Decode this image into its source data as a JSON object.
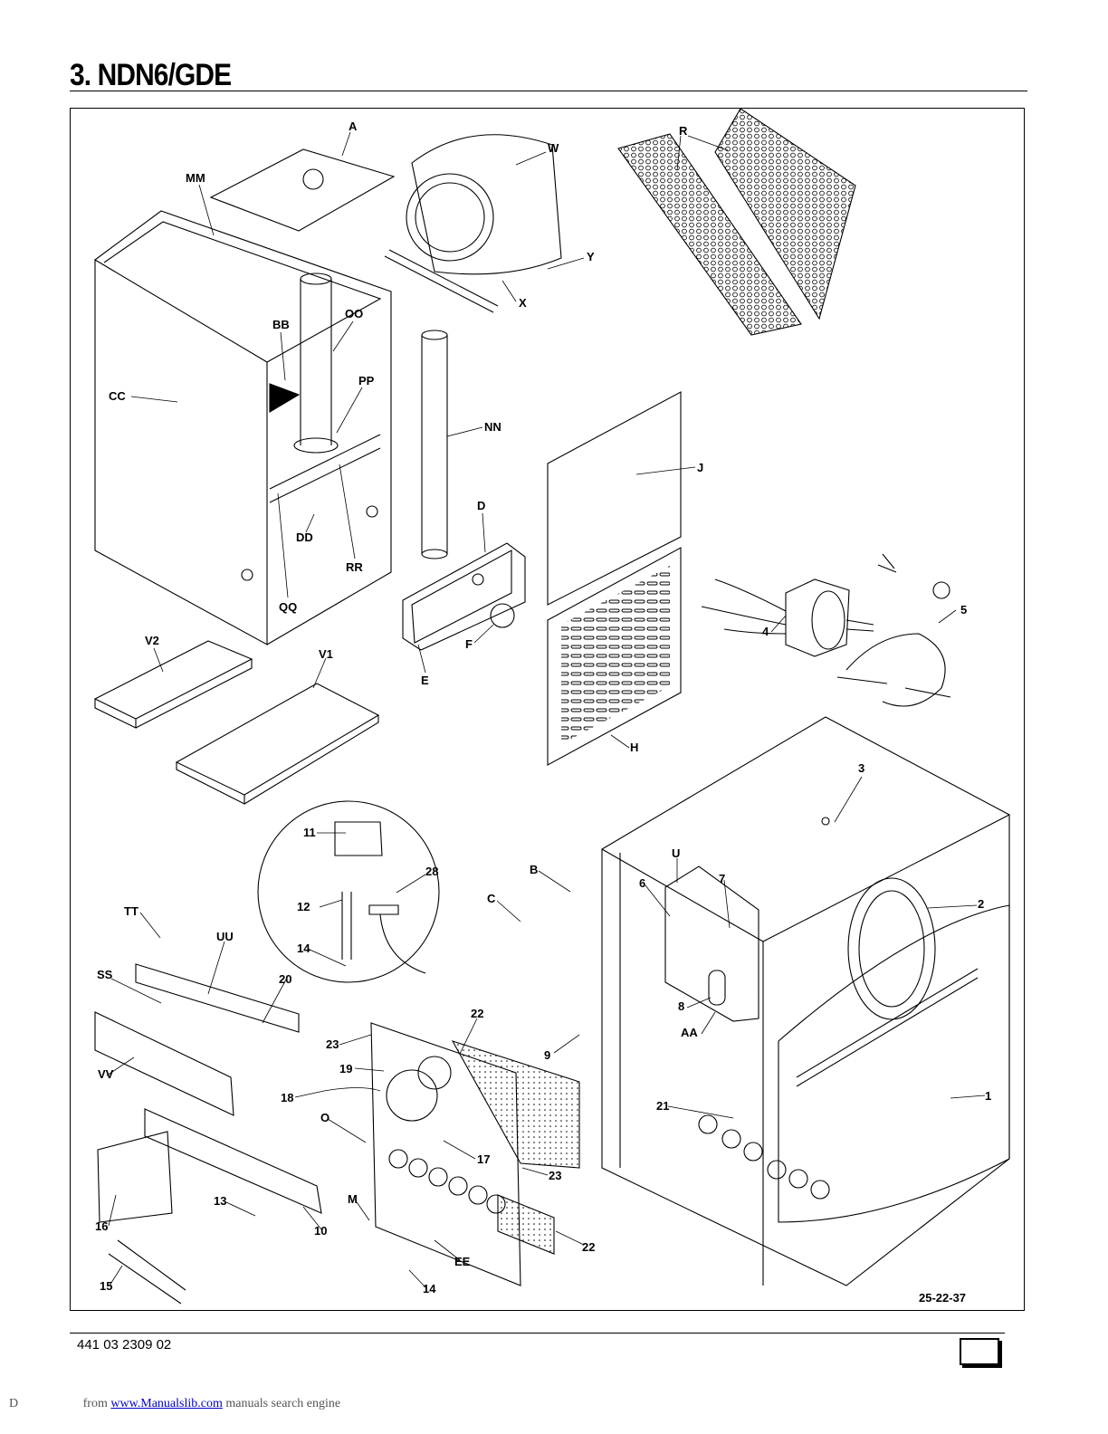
{
  "heading": "3. NDN6/GDE",
  "figure_id": "25-22-37",
  "callouts": [
    {
      "id": "A",
      "label": "A"
    },
    {
      "id": "W",
      "label": "W"
    },
    {
      "id": "R",
      "label": "R"
    },
    {
      "id": "MM",
      "label": "MM"
    },
    {
      "id": "Y",
      "label": "Y"
    },
    {
      "id": "X",
      "label": "X"
    },
    {
      "id": "OO",
      "label": "OO"
    },
    {
      "id": "BB",
      "label": "BB"
    },
    {
      "id": "PP",
      "label": "PP"
    },
    {
      "id": "CC",
      "label": "CC"
    },
    {
      "id": "NN",
      "label": "NN"
    },
    {
      "id": "J",
      "label": "J"
    },
    {
      "id": "D",
      "label": "D"
    },
    {
      "id": "DD",
      "label": "DD"
    },
    {
      "id": "RR",
      "label": "RR"
    },
    {
      "id": "QQ",
      "label": "QQ"
    },
    {
      "id": "5",
      "label": "5"
    },
    {
      "id": "4",
      "label": "4"
    },
    {
      "id": "F",
      "label": "F"
    },
    {
      "id": "V2",
      "label": "V2"
    },
    {
      "id": "V1",
      "label": "V1"
    },
    {
      "id": "E",
      "label": "E"
    },
    {
      "id": "H",
      "label": "H"
    },
    {
      "id": "3",
      "label": "3"
    },
    {
      "id": "11",
      "label": "11"
    },
    {
      "id": "U",
      "label": "U"
    },
    {
      "id": "28",
      "label": "28"
    },
    {
      "id": "B",
      "label": "B"
    },
    {
      "id": "6",
      "label": "6"
    },
    {
      "id": "7",
      "label": "7"
    },
    {
      "id": "C",
      "label": "C"
    },
    {
      "id": "2",
      "label": "2"
    },
    {
      "id": "TT",
      "label": "TT"
    },
    {
      "id": "12",
      "label": "12"
    },
    {
      "id": "UU",
      "label": "UU"
    },
    {
      "id": "14a",
      "label": "14"
    },
    {
      "id": "SS",
      "label": "SS"
    },
    {
      "id": "20",
      "label": "20"
    },
    {
      "id": "22a",
      "label": "22"
    },
    {
      "id": "8",
      "label": "8"
    },
    {
      "id": "AA",
      "label": "AA"
    },
    {
      "id": "23a",
      "label": "23"
    },
    {
      "id": "9",
      "label": "9"
    },
    {
      "id": "19",
      "label": "19"
    },
    {
      "id": "VV",
      "label": "VV"
    },
    {
      "id": "18",
      "label": "18"
    },
    {
      "id": "1",
      "label": "1"
    },
    {
      "id": "21",
      "label": "21"
    },
    {
      "id": "O",
      "label": "O"
    },
    {
      "id": "17",
      "label": "17"
    },
    {
      "id": "23b",
      "label": "23"
    },
    {
      "id": "M",
      "label": "M"
    },
    {
      "id": "13",
      "label": "13"
    },
    {
      "id": "16",
      "label": "16"
    },
    {
      "id": "10",
      "label": "10"
    },
    {
      "id": "22b",
      "label": "22"
    },
    {
      "id": "EE",
      "label": "EE"
    },
    {
      "id": "15",
      "label": "15"
    },
    {
      "id": "14b",
      "label": "14"
    }
  ],
  "footer": {
    "doc_number": "441 03 2309 02",
    "watermark_lead": "D",
    "watermark_from": "from",
    "watermark_link": "www.Manualslib.com",
    "watermark_tail": "manuals search engine"
  }
}
